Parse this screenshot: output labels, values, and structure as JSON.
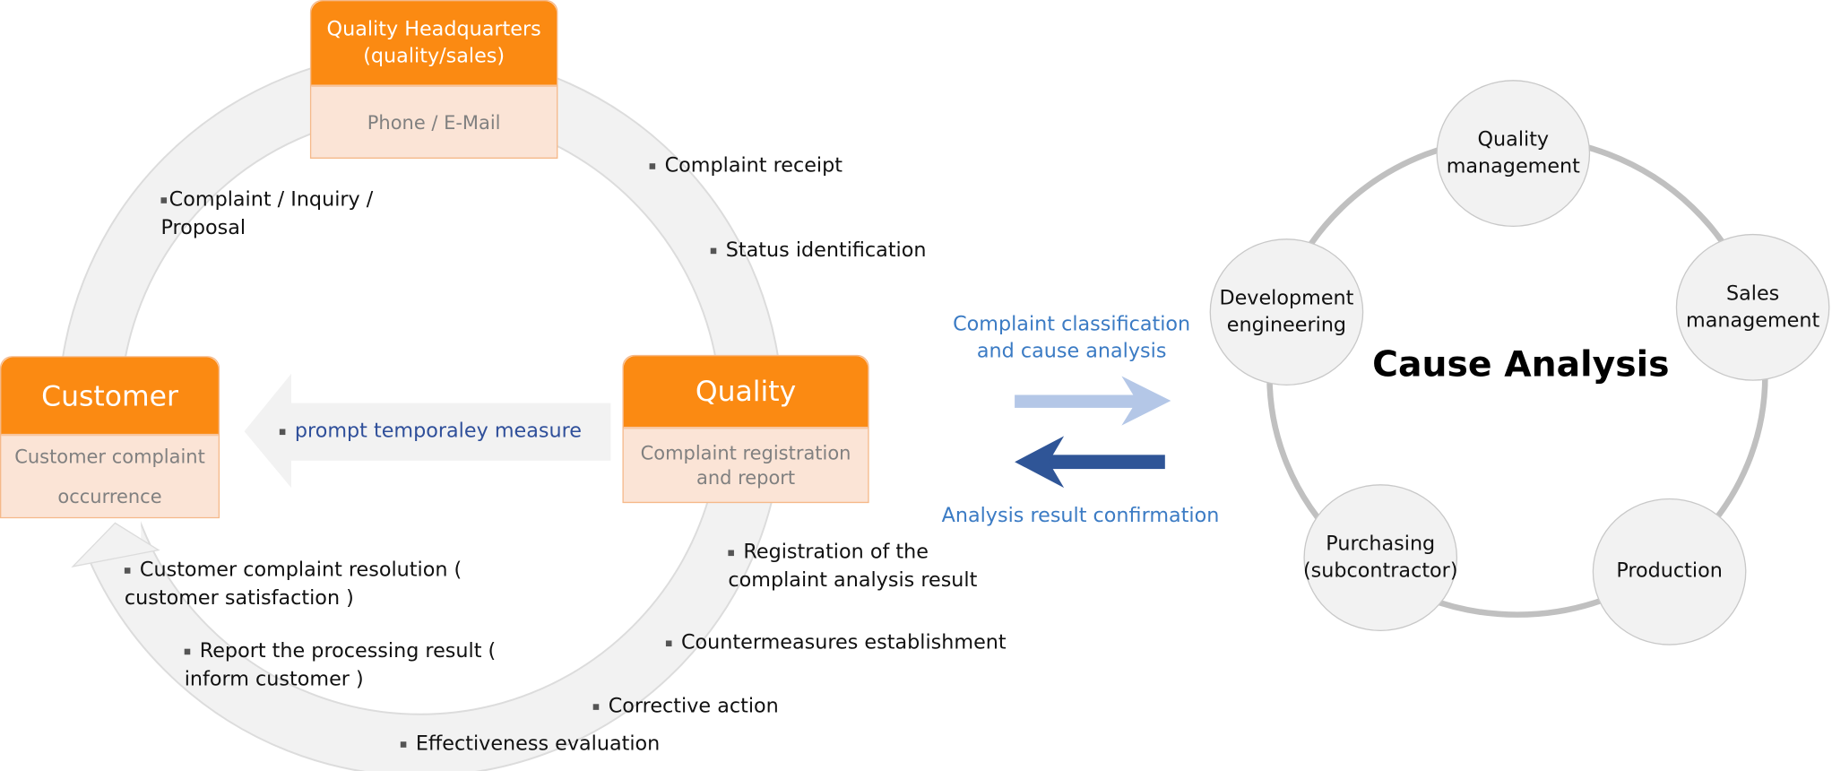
{
  "left_cycle": {
    "headquarters": {
      "title": "Quality Headquarters (quality/sales)",
      "body": "Phone / E-Mail"
    },
    "customer": {
      "title": "Customer",
      "body": "Customer complaint occurrence"
    },
    "quality": {
      "title": "Quality",
      "body": "Complaint registration and report"
    },
    "temporary_measure": "prompt temporaley measure",
    "steps": [
      "Complaint / Inquiry / Proposal",
      "Complaint receipt",
      "Status identification",
      "Registration of the complaint analysis result",
      "Countermeasures establishment",
      "Corrective action",
      "Effectiveness evaluation",
      "Report the processing result ( inform customer )",
      "Customer complaint resolution ( customer satisfaction )"
    ]
  },
  "exchange": {
    "to_right": "Complaint classification and cause analysis",
    "to_left": "Analysis result confirmation"
  },
  "cause_analysis": {
    "title": "Cause Analysis",
    "departments": [
      "Quality management",
      "Sales management",
      "Production",
      "Purchasing (subcontractor)",
      "Development engineering"
    ]
  },
  "colors": {
    "orange": "#fb8a12",
    "peach": "#fbe4d6",
    "light_blue": "#b4c7e7",
    "dark_blue": "#2f5597",
    "label_blue": "#3b7bc4",
    "ring_gray": "#c0c0c0"
  }
}
